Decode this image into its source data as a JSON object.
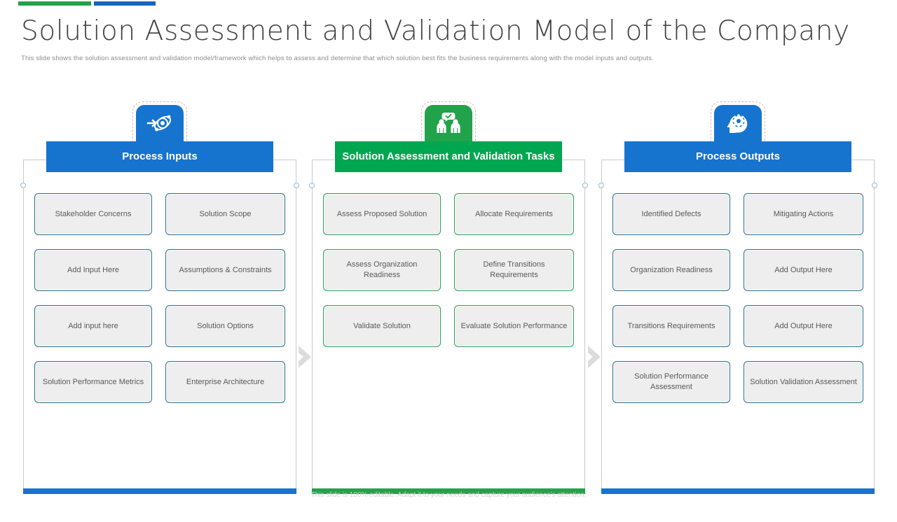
{
  "header": {
    "title": "Solution Assessment and Validation Model of the Company",
    "subtitle": "This slide shows the solution assessment and validation model/framework which helps to assess and determine that which solution best fits the business requirements along with the model inputs and outputs.",
    "accent_green": "#22a24a",
    "accent_blue": "#1565c0"
  },
  "footer": {
    "note": "This slide is 100% editable. Adapt it to your needs and capture your audience's attention."
  },
  "columns": [
    {
      "id": "process-inputs",
      "title": "Process Inputs",
      "color": "#1674cf",
      "icon": "target-arrow-icon",
      "cards": [
        "Stakeholder Concerns",
        "Solution Scope",
        "Add Input Here",
        "Assumptions & Constraints",
        "Add input here",
        "Solution Options",
        "Solution Performance Metrics",
        "Enterprise Architecture"
      ]
    },
    {
      "id": "solution-assessment-validation-tasks",
      "title": "Solution Assessment and Validation Tasks",
      "color": "#00a650",
      "icon": "people-discussion-check-icon",
      "cards": [
        "Assess Proposed Solution",
        "Allocate Requirements",
        "Assess Organization Readiness",
        "Define Transitions Requirements",
        "Validate Solution",
        "Evaluate Solution Performance"
      ]
    },
    {
      "id": "process-outputs",
      "title": "Process Outputs",
      "color": "#1674cf",
      "icon": "head-gear-icon",
      "cards": [
        "Identified Defects",
        "Mitigating Actions",
        "Organization Readiness",
        "Add Output Here",
        "Transitions Requirements",
        "Add Output Here",
        "Solution Performance Assessment",
        "Solution Validation Assessment"
      ]
    }
  ],
  "arrows": {
    "chevron_1": "chevron-right-icon",
    "chevron_2": "chevron-right-icon"
  }
}
